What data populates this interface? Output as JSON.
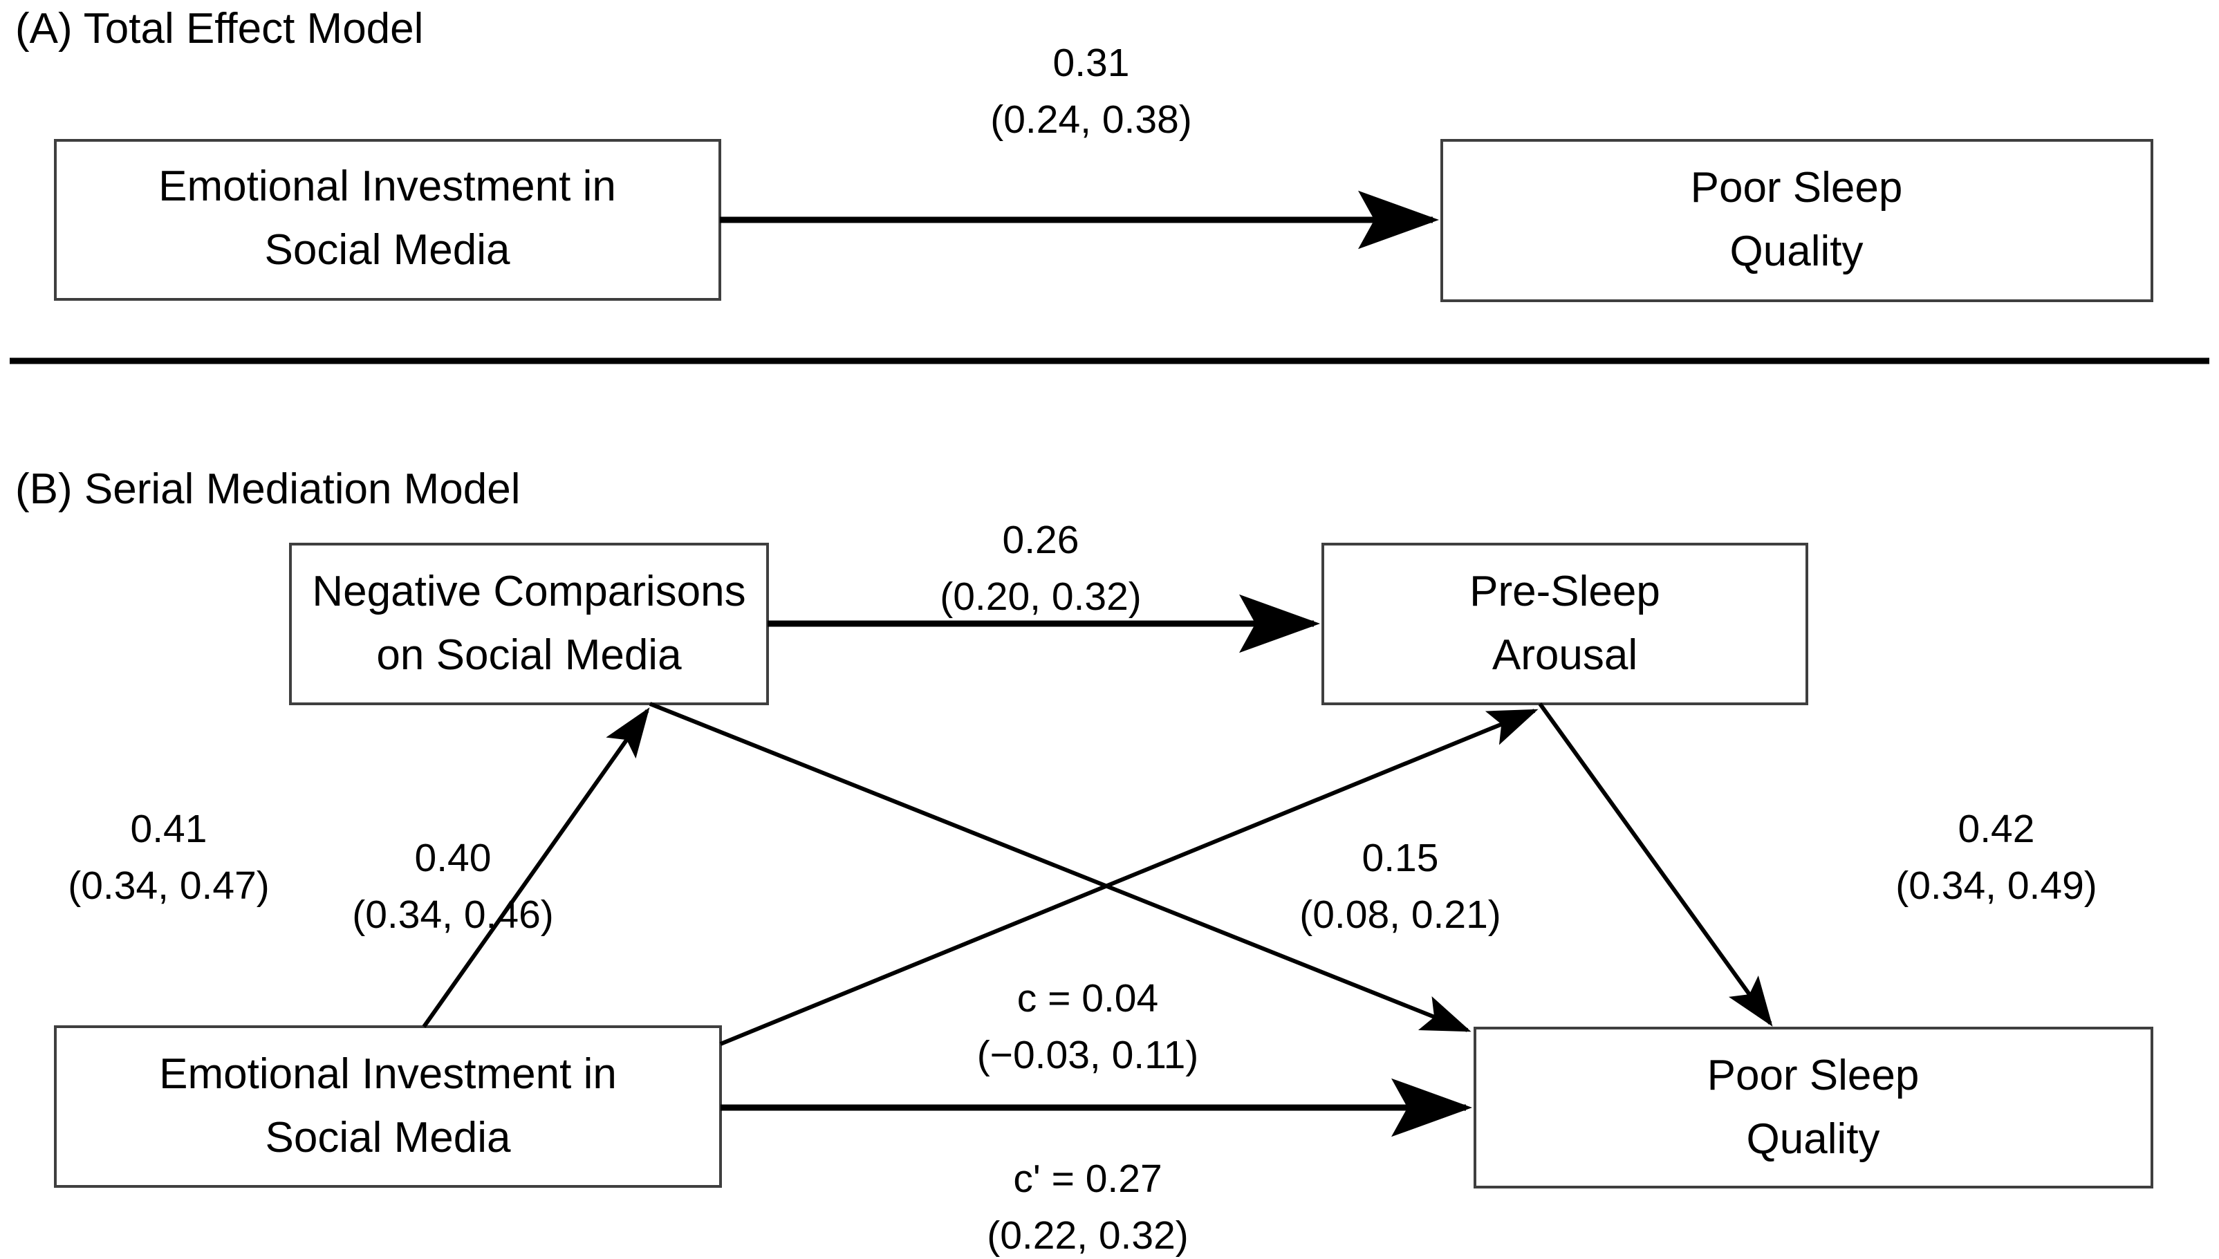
{
  "figure": {
    "panels": [
      {
        "id": "A",
        "title": "(A) Total Effect Model",
        "nodes": [
          {
            "id": "a_x",
            "lines": [
              "Emotional Investment in",
              "Social Media"
            ]
          },
          {
            "id": "a_y",
            "lines": [
              "Poor Sleep",
              "Quality"
            ]
          }
        ],
        "paths": [
          {
            "id": "a_total",
            "from": "a_x",
            "to": "a_y",
            "estimate": "0.31",
            "ci": "(0.24, 0.38)"
          }
        ]
      },
      {
        "id": "B",
        "title": "(B) Serial Mediation Model",
        "nodes": [
          {
            "id": "b_m1",
            "lines": [
              "Negative Comparisons",
              "on Social Media"
            ]
          },
          {
            "id": "b_m2",
            "lines": [
              "Pre-Sleep",
              "Arousal"
            ]
          },
          {
            "id": "b_x",
            "lines": [
              "Emotional Investment in",
              "Social Media"
            ]
          },
          {
            "id": "b_y",
            "lines": [
              "Poor Sleep",
              "Quality"
            ]
          }
        ],
        "paths": [
          {
            "id": "b_m1_m2",
            "from": "b_m1",
            "to": "b_m2",
            "estimate": "0.26",
            "ci": "(0.20, 0.32)"
          },
          {
            "id": "b_x_m1",
            "from": "b_x",
            "to": "b_m1",
            "estimate": "0.41",
            "ci": "(0.34, 0.47)"
          },
          {
            "id": "b_x_m2",
            "from": "b_x",
            "to": "b_m2",
            "estimate": "0.40",
            "ci": "(0.34, 0.46)"
          },
          {
            "id": "b_m1_y",
            "from": "b_m1",
            "to": "b_y",
            "estimate": "0.15",
            "ci": "(0.08, 0.21)"
          },
          {
            "id": "b_m2_y",
            "from": "b_m2",
            "to": "b_y",
            "estimate": "0.42",
            "ci": "(0.34, 0.49)"
          },
          {
            "id": "b_c",
            "from": "b_x",
            "to": "b_y",
            "estimate": "c = 0.04",
            "ci": "(−0.03, 0.11)"
          },
          {
            "id": "b_cprime",
            "from": "b_x",
            "to": "b_y",
            "estimate": "c' = 0.27",
            "ci": "(0.22, 0.32)"
          }
        ]
      }
    ],
    "colors": {
      "line": "#000000",
      "box_border": "#3f3f3f",
      "background": "#ffffff"
    }
  }
}
